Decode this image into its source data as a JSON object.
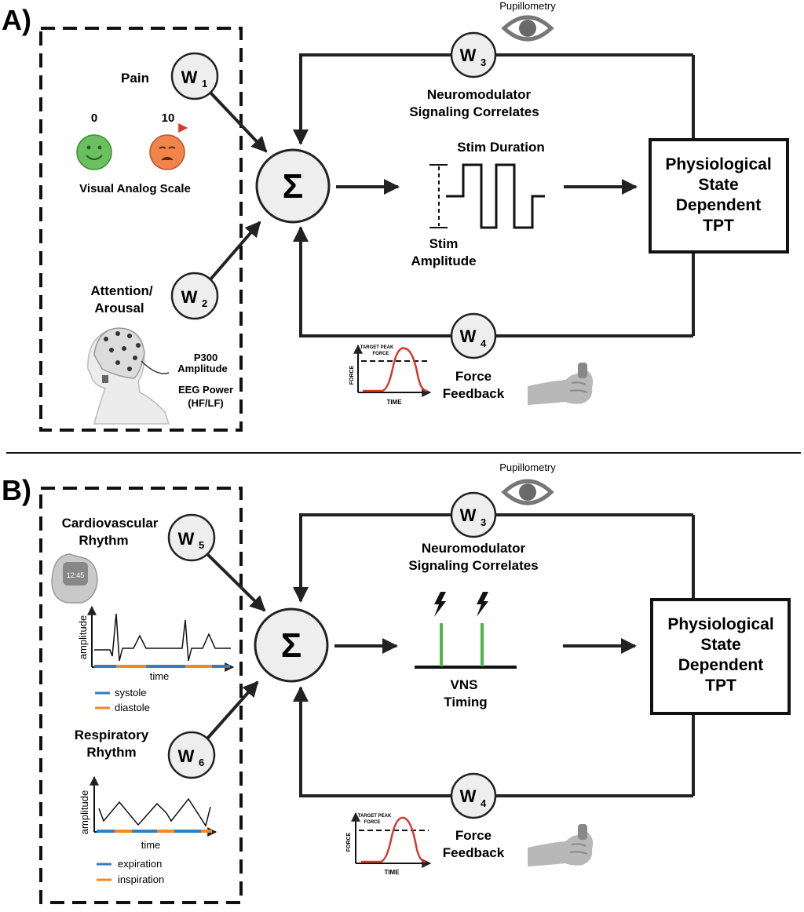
{
  "panel_a": {
    "label": "A)",
    "pupillometry": "Pupillometry",
    "w3": "W",
    "w3_sub": "3",
    "neuromod_line1": "Neuromodulator",
    "neuromod_line2": "Signaling Correlates",
    "w1": "W",
    "w1_sub": "1",
    "pain": "Pain",
    "vas_min": "0",
    "vas_max": "10",
    "vas_label": "Visual Analog Scale",
    "sum": "Σ",
    "stim_duration": "Stim Duration",
    "stim_amplitude_line1": "Stim",
    "stim_amplitude_line2": "Amplitude",
    "tpt_line1": "Physiological",
    "tpt_line2": "State",
    "tpt_line3": "Dependent",
    "tpt_line4": "TPT",
    "attention_line1": "Attention/",
    "attention_line2": "Arousal",
    "w2": "W",
    "w2_sub": "2",
    "p300_line1": "P300",
    "p300_line2": "Amplitude",
    "eeg_line1": "EEG Power",
    "eeg_line2": "(HF/LF)",
    "w4": "W",
    "w4_sub": "4",
    "target_peak_line1": "TARGET PEAK",
    "target_peak_line2": "FORCE",
    "force_axis": "FORCE",
    "time_axis": "TIME",
    "force_feedback_line1": "Force",
    "force_feedback_line2": "Feedback"
  },
  "panel_b": {
    "label": "B)",
    "pupillometry": "Pupillometry",
    "w3": "W",
    "w3_sub": "3",
    "neuromod_line1": "Neuromodulator",
    "neuromod_line2": "Signaling Correlates",
    "cardio_line1": "Cardiovascular",
    "cardio_line2": "Rhythm",
    "w5": "W",
    "w5_sub": "5",
    "watch_time": "12:45",
    "cardio_yaxis": "amplitude",
    "cardio_xaxis": "time",
    "legend_systole": "systole",
    "legend_diastole": "diastole",
    "sum": "Σ",
    "vns_line1": "VNS",
    "vns_line2": "Timing",
    "tpt_line1": "Physiological",
    "tpt_line2": "State",
    "tpt_line3": "Dependent",
    "tpt_line4": "TPT",
    "resp_line1": "Respiratory",
    "resp_line2": "Rhythm",
    "w6": "W",
    "w6_sub": "6",
    "resp_yaxis": "amplitude",
    "resp_xaxis": "time",
    "legend_expiration": "expiration",
    "legend_inspiration": "inspiration",
    "w4": "W",
    "w4_sub": "4",
    "target_peak_line1": "TARGET PEAK",
    "target_peak_line2": "FORCE",
    "force_axis": "FORCE",
    "time_axis": "TIME",
    "force_feedback_line1": "Force",
    "force_feedback_line2": "Feedback"
  },
  "colors": {
    "systole": "#2f7fc1",
    "diastole": "#f08a24",
    "expiration": "#2f7fc1",
    "inspiration": "#f08a24",
    "vns_pulse": "#4cb848",
    "force_curve": "#d33a2c",
    "happy_face": "#6abf5e",
    "sad_face": "#f0844a",
    "node_fill": "#eeeeee",
    "vas_arrow": "#d33a2c"
  }
}
